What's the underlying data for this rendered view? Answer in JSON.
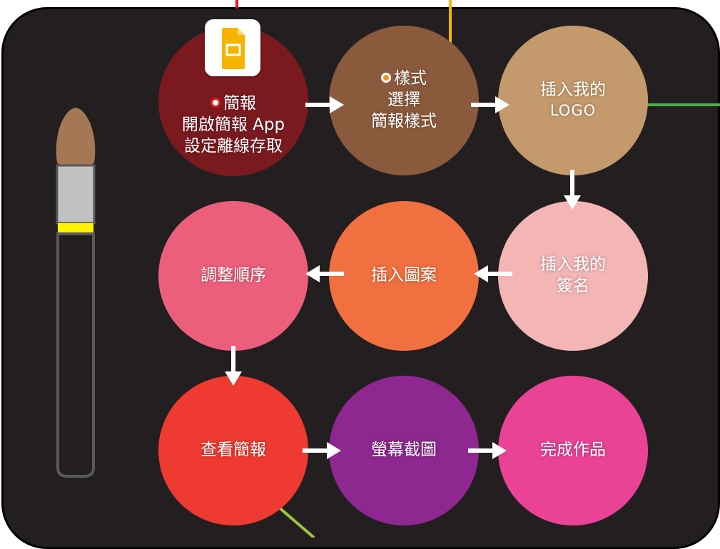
{
  "colors": {
    "background": "#231f20",
    "arrow": "#ffffff",
    "lead_red": "#e0191e",
    "lead_yellow": "#f7b500",
    "lead_green": "#4caf50",
    "lead_lime": "#9bc53d"
  },
  "steps": [
    {
      "id": "slides",
      "color": "#7a1a1f",
      "dot_color": "#e0191e",
      "lines": [
        "簡報",
        "開啟簡報 App",
        "設定離線存取"
      ]
    },
    {
      "id": "style",
      "color": "#8b5a3c",
      "dot_color": "#f7941d",
      "lines": [
        "樣式",
        "選擇",
        "簡報樣式"
      ]
    },
    {
      "id": "logo",
      "color": "#c49a6c",
      "lines": [
        "插入我的",
        "LOGO"
      ]
    },
    {
      "id": "signature",
      "color": "#f4b5b5",
      "lines": [
        "插入我的",
        "簽名"
      ]
    },
    {
      "id": "picture",
      "color": "#f07040",
      "lines": [
        "插入圖案"
      ]
    },
    {
      "id": "order",
      "color": "#ec5f7a",
      "lines": [
        "調整順序"
      ]
    },
    {
      "id": "view",
      "color": "#ee3a30",
      "lines": [
        "查看簡報"
      ]
    },
    {
      "id": "screenshot",
      "color": "#8e278f",
      "lines": [
        "螢幕截圖"
      ]
    },
    {
      "id": "done",
      "color": "#ea4396",
      "lines": [
        "完成作品"
      ]
    }
  ],
  "icons": {
    "slides_app": "google-slides-icon",
    "brush": "makeup-brush-icon"
  }
}
